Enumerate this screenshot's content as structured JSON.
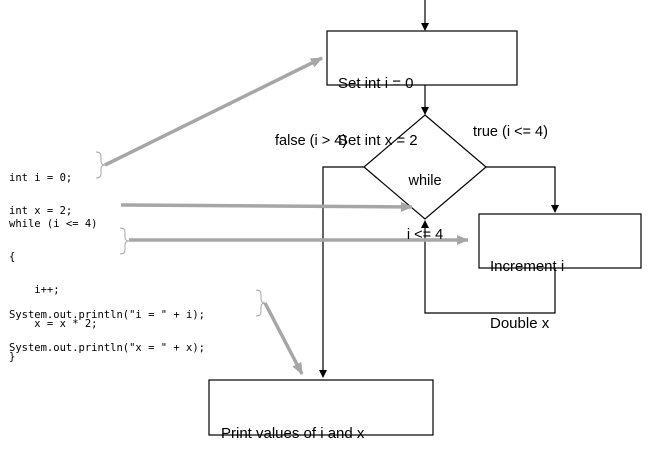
{
  "flowchart": {
    "init_box": {
      "line1": "Set int i = 0",
      "line2": "Set int x = 2"
    },
    "decision": {
      "line1": "while",
      "line2": "i <= 4"
    },
    "increment_box": {
      "line1": "Increment i",
      "line2": "Double x"
    },
    "print_box": {
      "line1": "Print values of i and x"
    },
    "false_label": "false (i > 4)",
    "true_label": "true (i <= 4)"
  },
  "code": {
    "init_line1": "int i = 0;",
    "init_line2": "int x = 2;",
    "while_line": "while (i <= 4)",
    "open_brace": "{",
    "body_line1": "    i++;",
    "body_line2": "    x = x * 2;",
    "close_brace": "}",
    "print_line1": "System.out.println(\"i = \" + i);",
    "print_line2": "System.out.println(\"x = \" + x);"
  },
  "colors": {
    "stroke": "#000000",
    "arrow_gray": "#a6a6a6",
    "brace_gray": "#a6a6a6"
  }
}
